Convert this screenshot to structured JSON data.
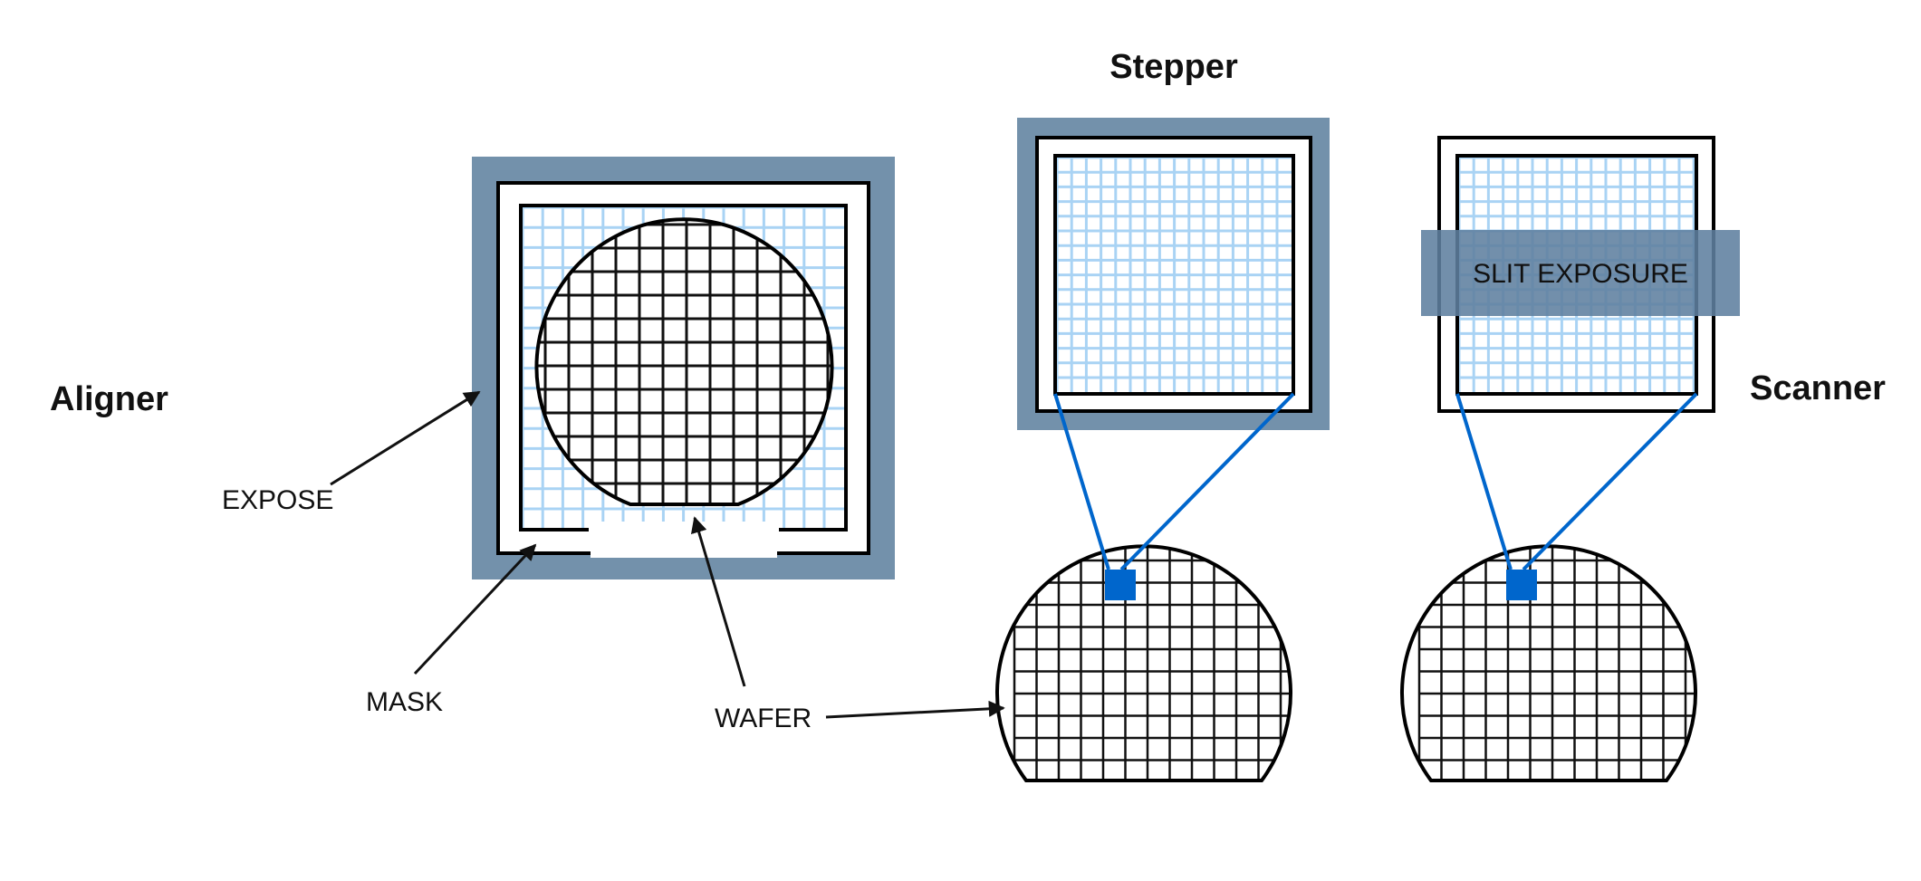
{
  "titles": {
    "aligner": "Aligner",
    "stepper": "Stepper",
    "scanner": "Scanner"
  },
  "labels": {
    "expose": "EXPOSE",
    "mask": "MASK",
    "wafer": "WAFER",
    "slit_exposure": "SLIT EXPOSURE"
  },
  "colors": {
    "exposure_field": "#7391ab",
    "mask_grid": "#a9d3f4",
    "wafer_grid": "#111111",
    "projection": "#0066cc",
    "background": "#ffffff"
  }
}
